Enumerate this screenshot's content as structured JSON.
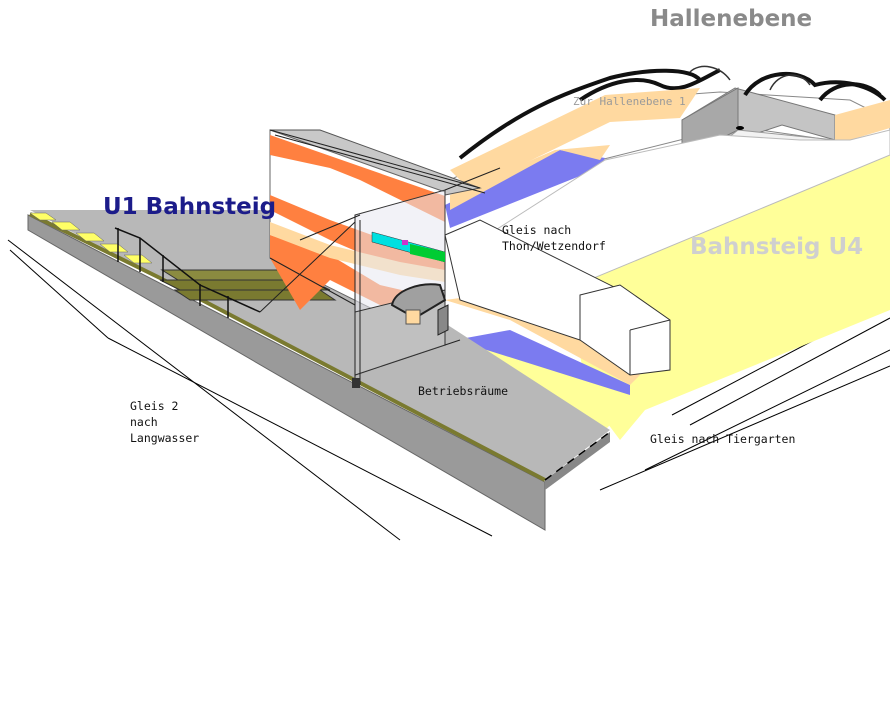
{
  "labels": {
    "hallenebene": "Hallenebene",
    "u1_bahnsteig": "U1 Bahnsteig",
    "bahnsteig_u4": "Bahnsteig U4",
    "zur_hallenebene": "Zur Hallenebene 1",
    "gleis_thon_1": "Gleis nach",
    "gleis_thon_2": "Thon/Wetzendorf",
    "betriebsraeume": "Betriebsräume",
    "gleis2_1": "Gleis 2",
    "gleis2_2": "nach",
    "gleis2_3": "Langwasser",
    "gleis_tiergarten": "Gleis nach Tiergarten"
  },
  "colors": {
    "background": "#ffffff",
    "platform_u4": "#ffff99",
    "platform_u1": "#b8b8b8",
    "wall_orange": "#ff8040",
    "ramp_blue": "#7b7bf0",
    "hall_grey": "#c0c0c0",
    "label_title": "#1c1c8a"
  }
}
